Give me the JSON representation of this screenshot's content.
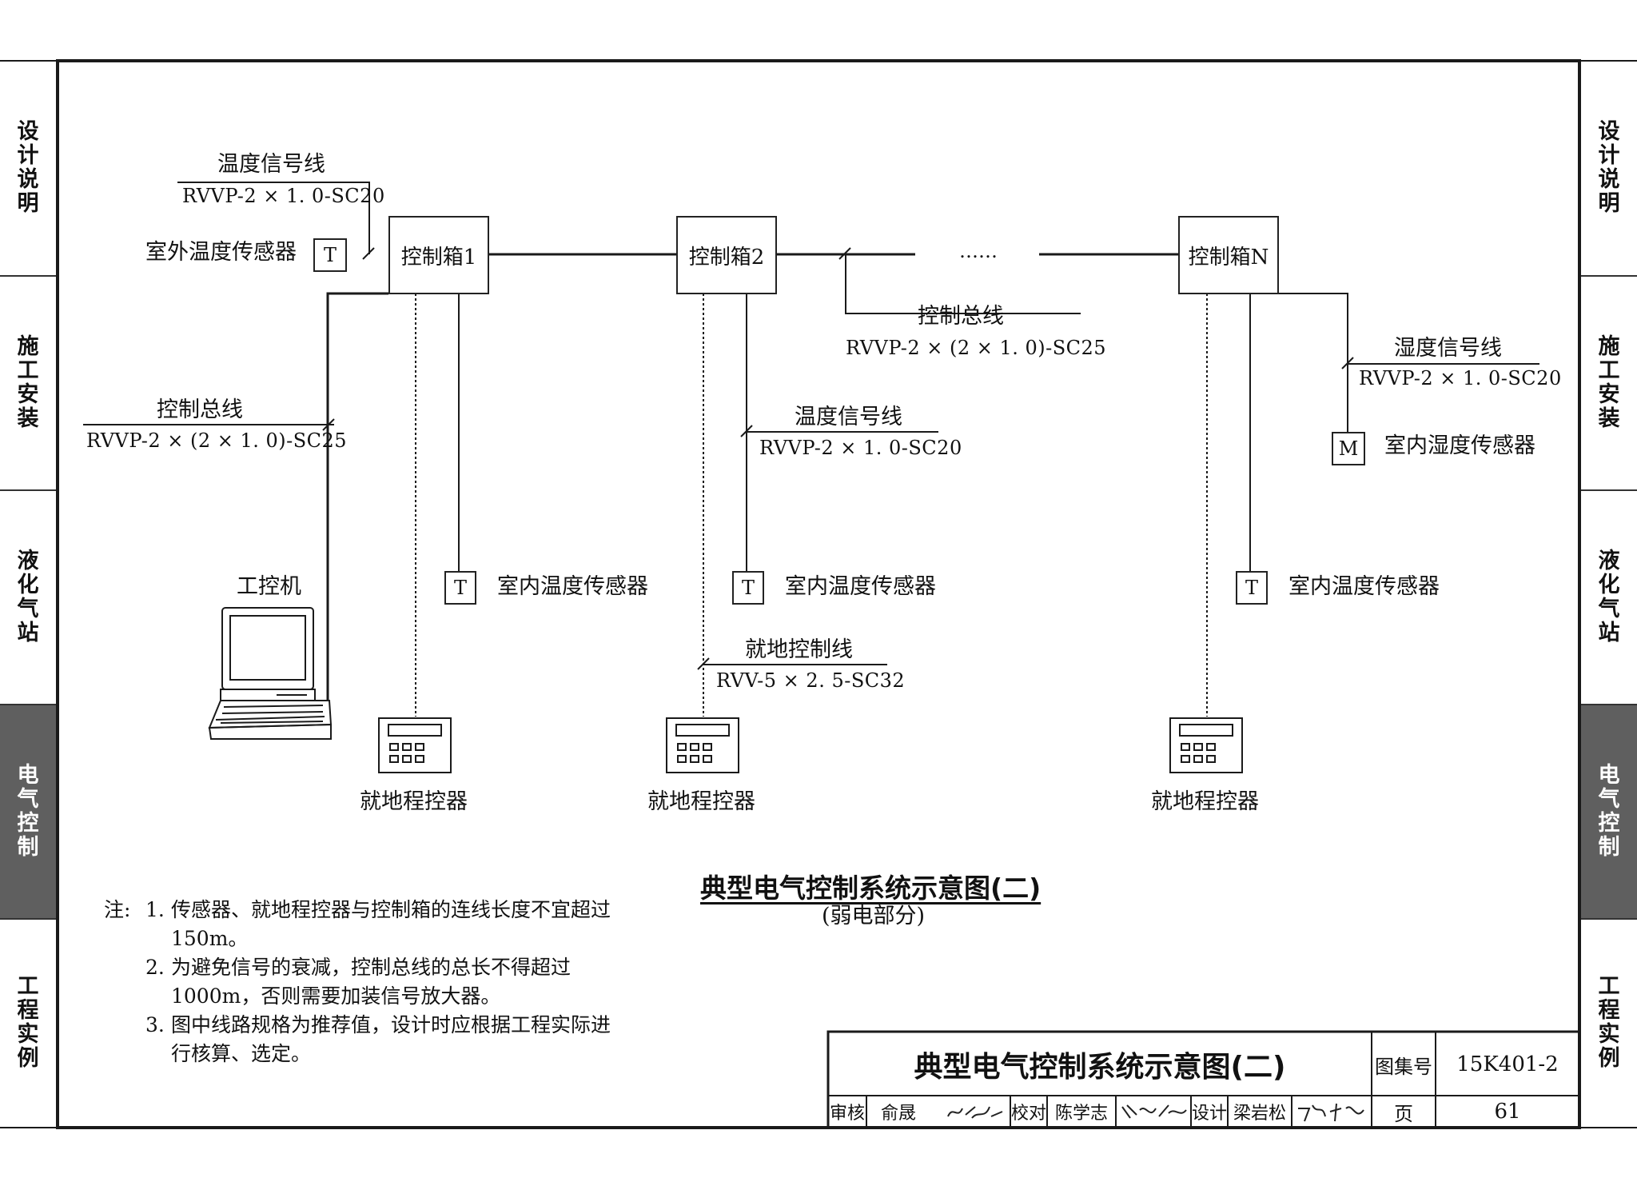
{
  "side_tabs": [
    {
      "label": "设计说明",
      "active": false
    },
    {
      "label": "施工安装",
      "active": false
    },
    {
      "label": "液化气站",
      "active": false
    },
    {
      "label": "电气控制",
      "active": true
    },
    {
      "label": "工程实例",
      "active": false
    }
  ],
  "diagram": {
    "controllers": [
      "控制箱1",
      "控制箱2",
      "控制箱N"
    ],
    "ellipsis": "……",
    "outdoor_sensor": {
      "symbol": "T",
      "label": "室外温度传感器"
    },
    "temp_line_top": {
      "name": "温度信号线",
      "spec": "RVVP-2 × 1. 0-SC20"
    },
    "bus_left": {
      "name": "控制总线",
      "spec": "RVVP-2 × (2 × 1. 0)-SC25"
    },
    "bus_mid": {
      "name": "控制总线",
      "spec": "RVVP-2 × (2 × 1. 0)-SC25"
    },
    "temp_line_mid": {
      "name": "温度信号线",
      "spec": "RVVP-2 × 1. 0-SC20"
    },
    "local_line": {
      "name": "就地控制线",
      "spec": "RVV-5 × 2. 5-SC32"
    },
    "humidity_line": {
      "name": "湿度信号线",
      "spec": "RVVP-2 × 1. 0-SC20"
    },
    "humidity_sensor": {
      "symbol": "M",
      "label": "室内湿度传感器"
    },
    "indoor_sensor": {
      "symbol": "T",
      "label": "室内温度传感器"
    },
    "ipc_label": "工控机",
    "local_controller_label": "就地程控器"
  },
  "figure": {
    "title": "典型电气控制系统示意图(二)",
    "subtitle": "(弱电部分)"
  },
  "notes": {
    "prefix": "注:",
    "items": [
      {
        "num": "1.",
        "text": "传感器、就地程控器与控制箱的连线长度不宜超过150m。"
      },
      {
        "num": "2.",
        "text": "为避免信号的衰减，控制总线的总长不得超过1000m，否则需要加装信号放大器。"
      },
      {
        "num": "3.",
        "text": "图中线路规格为推荐值，设计时应根据工程实际进行核算、选定。"
      }
    ]
  },
  "title_block": {
    "title": "典型电气控制系统示意图(二)",
    "atlas_label": "图集号",
    "atlas_no": "15K401-2",
    "review_label": "审核",
    "reviewer": "俞晟",
    "check_label": "校对",
    "checker": "陈学志",
    "design_label": "设计",
    "designer": "梁岩松",
    "page_label": "页",
    "page_no": "61"
  }
}
